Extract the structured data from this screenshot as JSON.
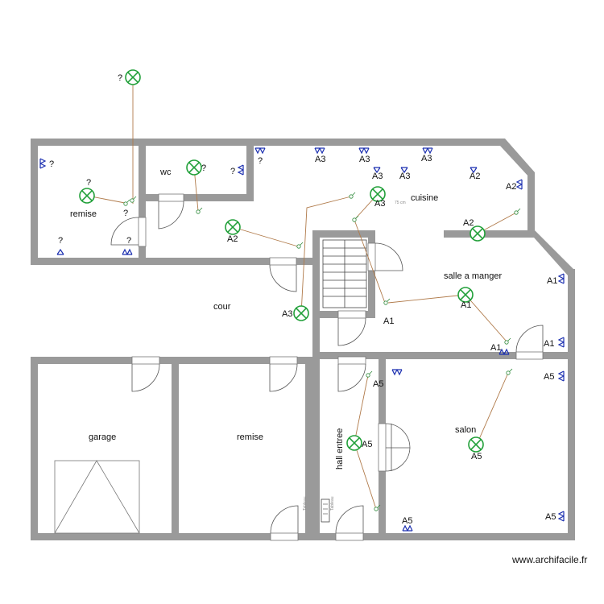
{
  "rooms": {
    "remise_top": "remise",
    "wc": "wc",
    "cuisine": "cuisine",
    "salle_a_manger": "salle a manger",
    "cour": "cour",
    "garage": "garage",
    "remise_bottom": "remise",
    "hall_entree": "hall entree",
    "salon": "salon"
  },
  "labels": {
    "q": "?",
    "a1": "A1",
    "a2": "A2",
    "a3": "A3",
    "a5": "A5"
  },
  "cuisine_dimension": "75 cm",
  "compteur_text": "Tableau",
  "watermark": "www.archifacile.fr",
  "colors": {
    "wall": "#9a9a9a",
    "lamp": "#22a03a",
    "socket": "#1b2fb0",
    "wire": "#b07a4a"
  }
}
